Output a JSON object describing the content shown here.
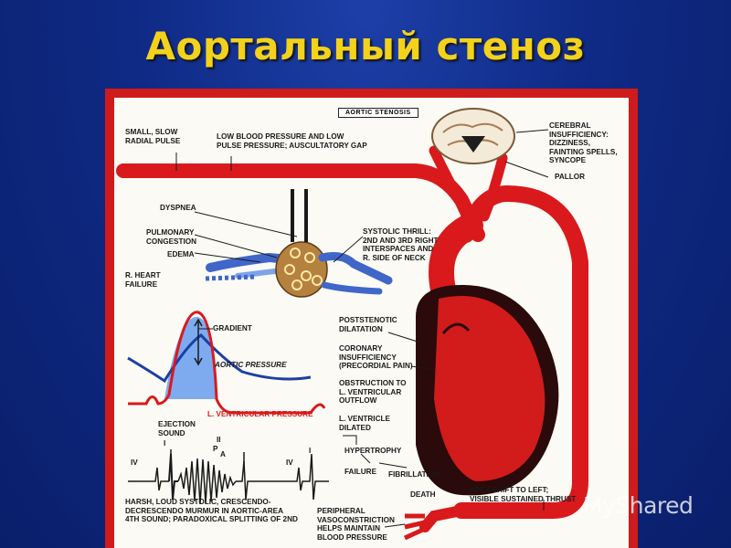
{
  "slide_title": "Аортальный стеноз",
  "diagram_title": "AORTIC STENOSIS",
  "labels": {
    "small_pulse": "SMALL, SLOW\nRADIAL PULSE",
    "low_bp": "LOW BLOOD PRESSURE AND LOW\nPULSE PRESSURE; AUSCULTATORY GAP",
    "cerebral": "CEREBRAL\nINSUFFICIENCY:\nDIZZINESS,\nFAINTING SPELLS,\nSYNCOPE",
    "pallor": "PALLOR",
    "dyspnea": "DYSPNEA",
    "pulmonary_congestion": "PULMONARY\nCONGESTION",
    "edema": "EDEMA",
    "r_heart_failure": "R. HEART\nFAILURE",
    "systolic_thrill": "SYSTOLIC THRILL:\n2nd AND 3rd RIGHT\nINTERSPACES AND\nR. SIDE OF NECK",
    "gradient": "GRADIENT",
    "aortic_pressure": "AORTIC PRESSURE",
    "lv_pressure": "L. VENTRICULAR PRESSURE",
    "poststenotic": "POSTSTENOTIC\nDILATATION",
    "coronary": "CORONARY\nINSUFFICIENCY\n(PRECORDIAL PAIN)",
    "obstruction": "OBSTRUCTION TO\nL. VENTRICULAR\nOUTFLOW",
    "lv_dilated": "L. VENTRICLE\nDILATED",
    "hypertrophy": "HYPERTROPHY",
    "failure": "FAILURE",
    "fibrillation": "FIBRILLATION",
    "death": "DEATH",
    "ejection_sound": "EJECTION\nSOUND",
    "apex_shift": "APEX SHIFT TO LEFT;\nVISIBLE SUSTAINED THRUST",
    "harsh_murmur": "HARSH, LOUD SYSTOLIC, CRESCENDO-\nDECRESCENDO MURMUR IN AORTIC-AREA\n4th SOUND; PARADOXICAL SPLITTING OF 2nd",
    "peripheral": "PERIPHERAL\nVASOCONSTRICTION\nHELPS MAINTAIN\nBLOOD PRESSURE",
    "phono_I_1": "I",
    "phono_II": "II",
    "phono_P": "P",
    "phono_A": "A",
    "phono_IV_1": "IV",
    "phono_IV_2": "IV",
    "phono_I_2": "I"
  },
  "watermark": "MyShared",
  "colors": {
    "background": "#0f2a85",
    "title": "#f2d21b",
    "frame": "#cf1b1b",
    "artery": "#d9191c",
    "vein": "#3f66c8",
    "heart_dark": "#2a0a0a",
    "aortic_curve": "#1b3fa3"
  }
}
